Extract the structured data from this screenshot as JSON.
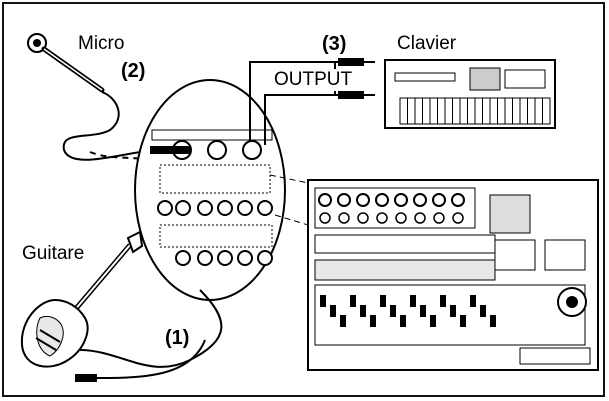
{
  "labels": {
    "micro": "Micro",
    "clavier": "Clavier",
    "guitare": "Guitare",
    "output": "OUTPUT",
    "step1": "(1)",
    "step2": "(2)",
    "step3": "(3)"
  },
  "icons": [
    "microphone-icon",
    "electric-guitar-icon",
    "keyboard-synth-icon",
    "digital-recorder-icon",
    "input-panel-zoom-icon",
    "cable-icon"
  ],
  "colors": {
    "ink": "#000000",
    "paper": "#ffffff",
    "panel": "#e8e8e8"
  }
}
